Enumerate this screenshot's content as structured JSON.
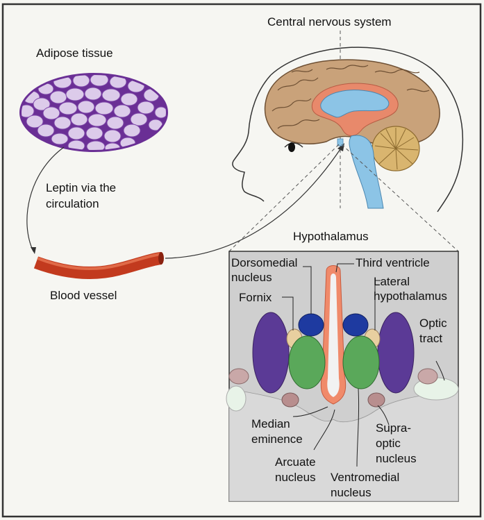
{
  "labels": {
    "cns": "Central nervous system",
    "adipose": "Adipose tissue",
    "leptin": "Leptin via the\ncirculation",
    "blood_vessel": "Blood vessel",
    "hypothalamus": "Hypothalamus",
    "dorsomedial": "Dorsomedial\nnucleus",
    "fornix": "Fornix",
    "third_ventricle": "Third ventricle",
    "lateral": "Lateral\nhypothalamus",
    "optic_tract": "Optic\ntract",
    "median_eminence": "Median\neminence",
    "supraoptic": "Supra-\noptic\nnucleus",
    "arcuate": "Arcuate\nnucleus",
    "ventromedial": "Ventromedial\nnucleus"
  },
  "colors": {
    "frame": "#333333",
    "fat_fill": "#d9c4e8",
    "fat_outline": "#6a2f95",
    "vessel": "#c23a1e",
    "cortex": "#c9a27a",
    "corpus_callosum": "#e8896b",
    "ventricle": "#8cc4e6",
    "cerebellum": "#d9b56f",
    "inset_bg": "#cfcfcf",
    "lateral_nucleus": "#5b3a96",
    "dorsomedial_nucleus": "#1e3aa0",
    "ventromedial_nucleus": "#5aa85a",
    "fornix_color": "#e8cfa0",
    "third_ventricle_color": "#f08a6a",
    "supraoptic_color": "#b88e8e",
    "optic_tract_color": "#e8f3e8"
  }
}
